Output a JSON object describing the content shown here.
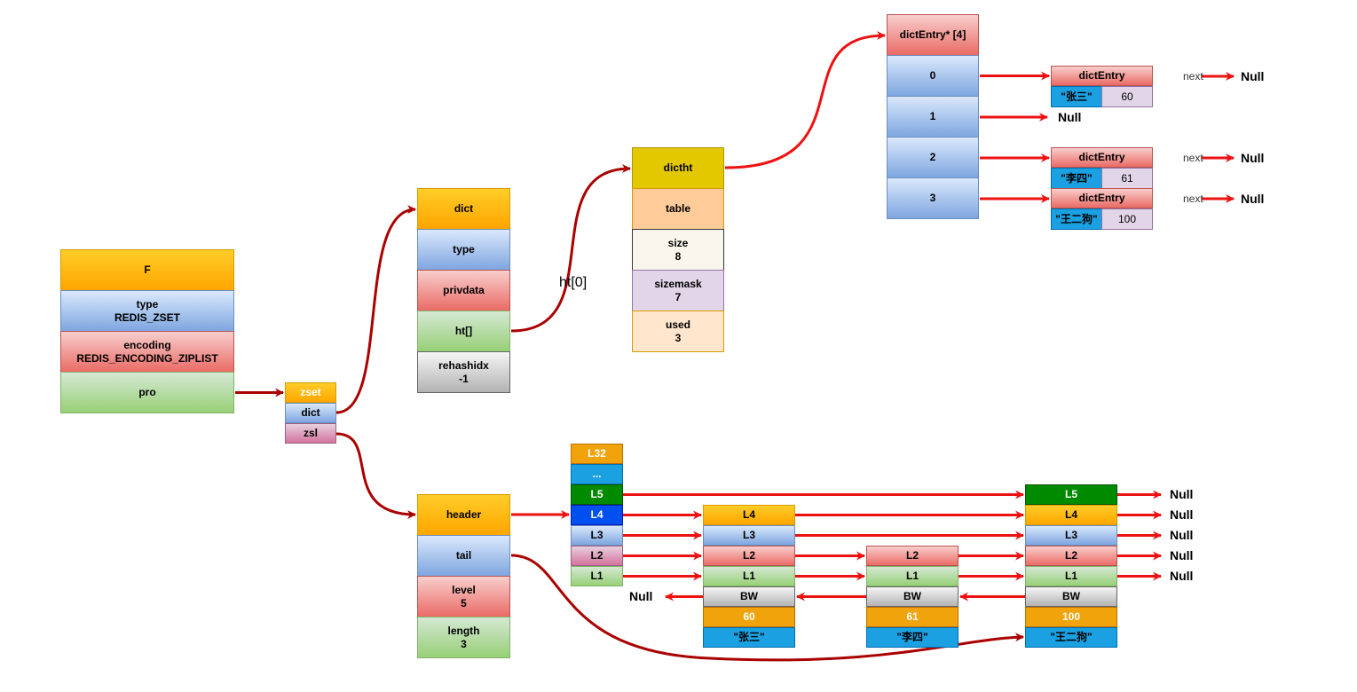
{
  "object": {
    "name": "F",
    "type": "type\nREDIS_ZSET",
    "encoding": "encoding\nREDIS_ENCODING_ZIPLIST",
    "ptr": "pro"
  },
  "zset": {
    "name": "zset",
    "dict": "dict",
    "zsl": "zsl"
  },
  "dict": {
    "name": "dict",
    "type": "type",
    "privdata": "privdata",
    "ht": "ht[]",
    "rehashidx": "rehashidx\n-1"
  },
  "ht_label": "ht[0]",
  "dictht": {
    "name": "dictht",
    "table": "table",
    "size": "size\n8",
    "sizemask": "sizemask\n7",
    "used": "used\n3"
  },
  "table": {
    "name": "dictEntry* [4]",
    "slots": [
      "0",
      "1",
      "2",
      "3"
    ]
  },
  "entries": [
    {
      "name": "dictEntry",
      "key": "\"张三\"",
      "value": "60"
    },
    {
      "name": "dictEntry",
      "key": "\"李四\"",
      "value": "61"
    },
    {
      "name": "dictEntry",
      "key": "\"王二狗\"",
      "value": "100"
    }
  ],
  "next_label": "next",
  "null_label": "Null",
  "zskiplist": {
    "header": "header",
    "tail": "tail",
    "level": "level\n5",
    "length": "length\n3"
  },
  "header_levels": [
    "L32",
    "...",
    "L5",
    "L4",
    "L3",
    "L2",
    "L1"
  ],
  "skip_nodes": [
    {
      "levels": [
        "L4",
        "L3",
        "L2",
        "L1"
      ],
      "backward": "BW",
      "score": "60",
      "member": "\"张三\""
    },
    {
      "levels": [
        "L2",
        "L1"
      ],
      "backward": "BW",
      "score": "61",
      "member": "\"李四\""
    },
    {
      "levels": [
        "L5",
        "L4",
        "L3",
        "L2",
        "L1"
      ],
      "backward": "BW",
      "score": "100",
      "member": "\"王二狗\""
    }
  ],
  "colors": {
    "arrow_red": "#ee1111",
    "arrow_darkred": "#aa0000"
  }
}
